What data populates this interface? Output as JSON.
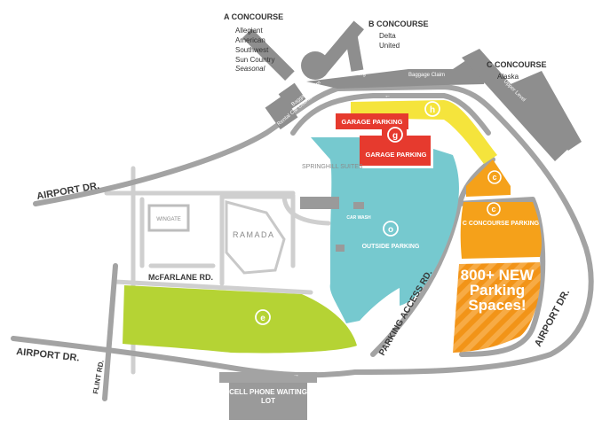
{
  "concourses": {
    "a": {
      "name": "A CONCOURSE",
      "airlines": [
        "Allegiant",
        "American",
        "Southwest",
        "Sun Country"
      ],
      "seasonal": "Seasonal"
    },
    "b": {
      "name": "B CONCOURSE",
      "airlines": [
        "Delta",
        "United"
      ]
    },
    "c": {
      "name": "C CONCOURSE",
      "airlines": [
        "Alaska"
      ]
    }
  },
  "terminal_labels": {
    "ticketing_1": "Ticketing",
    "baggage_claim_1": "Baggage Claim",
    "ticketing_2": "Ticketing",
    "upper_level": "Upper Level",
    "baggage_claim_2": "Baggage Claim",
    "rental_car": "Rental Car Counters"
  },
  "roads": {
    "airport_dr_north": "AIRPORT DR.",
    "airport_dr_south": "AIRPORT DR.",
    "airport_dr_east": "AIRPORT DR.",
    "mcfarlane": "McFARLANE RD.",
    "flint": "FLINT RD.",
    "parking_access": "PARKING ACCESS RD."
  },
  "lots": {
    "h": {
      "letter": "h"
    },
    "g": {
      "letter": "g",
      "label_1": "GARAGE PARKING",
      "label_2": "GARAGE PARKING"
    },
    "o": {
      "letter": "o",
      "label": "OUTSIDE PARKING",
      "car_wash": "CAR WASH"
    },
    "c": {
      "letter_1": "c",
      "letter_2": "c",
      "label": "C CONCOURSE PARKING",
      "promo": "800+ NEW Parking Spaces!"
    },
    "e": {
      "letter": "e"
    }
  },
  "hotels": {
    "springhill": "SPRINGHILL SUITES",
    "wingate": "WINGATE",
    "ramada": "RAMADA"
  },
  "cell_phone_lot": "CELL PHONE WAITING LOT",
  "colors": {
    "road": "#9a9a9a",
    "road_light": "#c9c9c9",
    "terminal": "#8c8c8c",
    "yellow_lot": "#f5e43c",
    "garage_red": "#e63a2e",
    "outside_teal": "#76c9cf",
    "c_orange": "#f5a11a",
    "promo_orange": "#f08a1c",
    "economy_green": "#b5d334"
  }
}
